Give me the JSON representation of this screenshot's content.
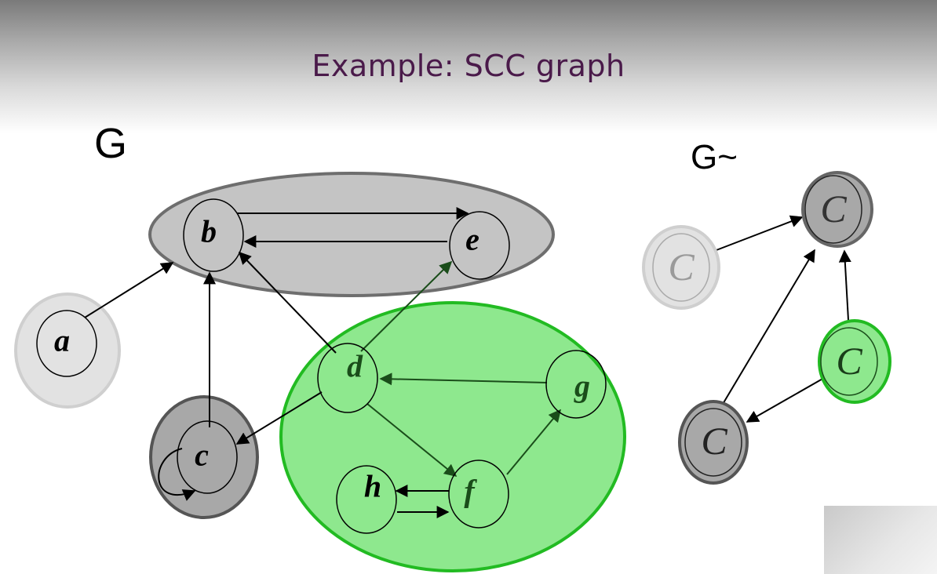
{
  "slide": {
    "title": "Example: SCC graph",
    "graph_label": "G",
    "condensed_label": "G~"
  },
  "nodes": {
    "a": "a",
    "b": "b",
    "c": "c",
    "d": "d",
    "e": "e",
    "f": "f",
    "g": "g",
    "h": "h"
  },
  "condensed_nodes": {
    "light": "C",
    "top": "C",
    "green": "C",
    "dark": "C"
  },
  "colors": {
    "scc_light": "#e2e2e2",
    "scc_be": "#c4c4c4",
    "scc_c": "#a8a8a8",
    "scc_green": "#8ee88e",
    "green_border": "#22bb22",
    "title": "#4a1a4a"
  }
}
